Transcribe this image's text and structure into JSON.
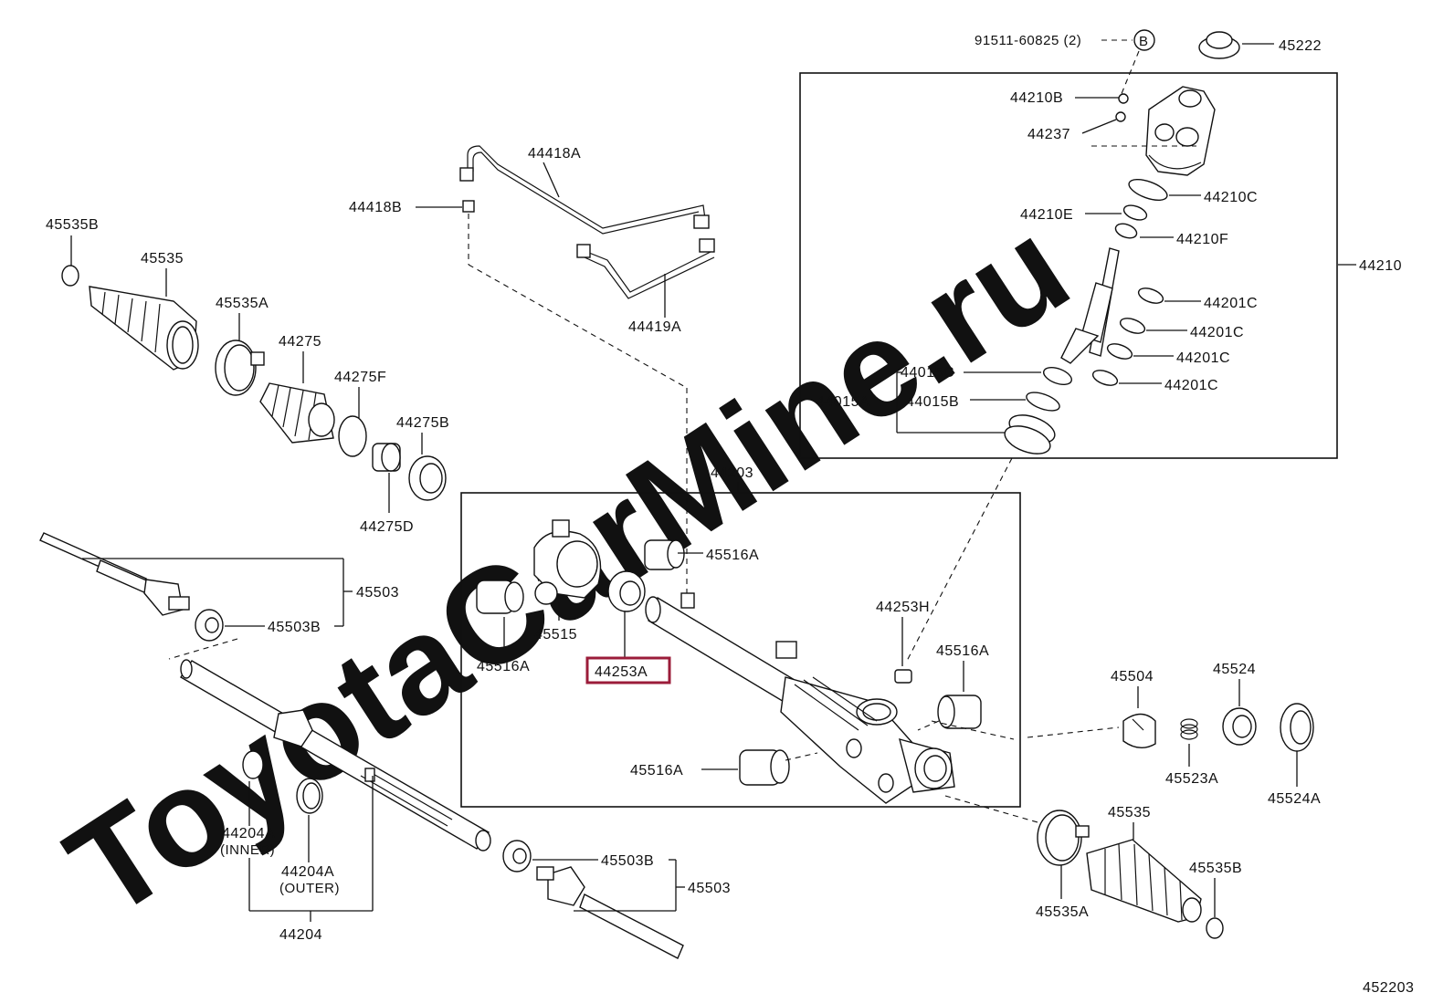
{
  "watermark": "ToyotaCarMine.ru",
  "highlight_color": "#9b1c3a",
  "labels": {
    "bolt_91511": "91511-60825 (2)",
    "ref_b": "B",
    "p45222": "45222",
    "p44210B": "44210B",
    "p44237": "44237",
    "p44210C": "44210C",
    "p44210E": "44210E",
    "p44210F": "44210F",
    "p44210": "44210",
    "p44201C_1": "44201C",
    "p44201C_2": "44201C",
    "p44201C_3": "44201C",
    "p44201C_4": "44201C",
    "p44015C": "44015C",
    "p44015A": "44015A",
    "p44015B": "44015B",
    "p44418A": "44418A",
    "p44418B": "44418B",
    "p44419A": "44419A",
    "p45535B_l": "45535B",
    "p45535_l": "45535",
    "p45535A_l": "45535A",
    "p44275": "44275",
    "p44275F": "44275F",
    "p44275B": "44275B",
    "p44275D": "44275D",
    "p44203": "44203",
    "p45516A_1": "45516A",
    "p45516A_2": "45516A",
    "p45516A_3": "45516A",
    "p45516A_4": "45516A",
    "p45515": "45515",
    "p44253A": "44253A",
    "p44253H": "44253H",
    "p45503_top": "45503",
    "p45503B_top": "45503B",
    "p45503_bot": "45503",
    "p45503B_bot": "45503B",
    "p44204A_inner": "44204A",
    "inner": "(INNER)",
    "p44204A_outer": "44204A",
    "outer": "(OUTER)",
    "p44204": "44204",
    "p45504": "45504",
    "p45524": "45524",
    "p45523A": "45523A",
    "p45524A": "45524A",
    "p45535_r": "45535",
    "p45535B_r": "45535B",
    "p45535A_r": "45535A",
    "diagram_no": "452203"
  }
}
